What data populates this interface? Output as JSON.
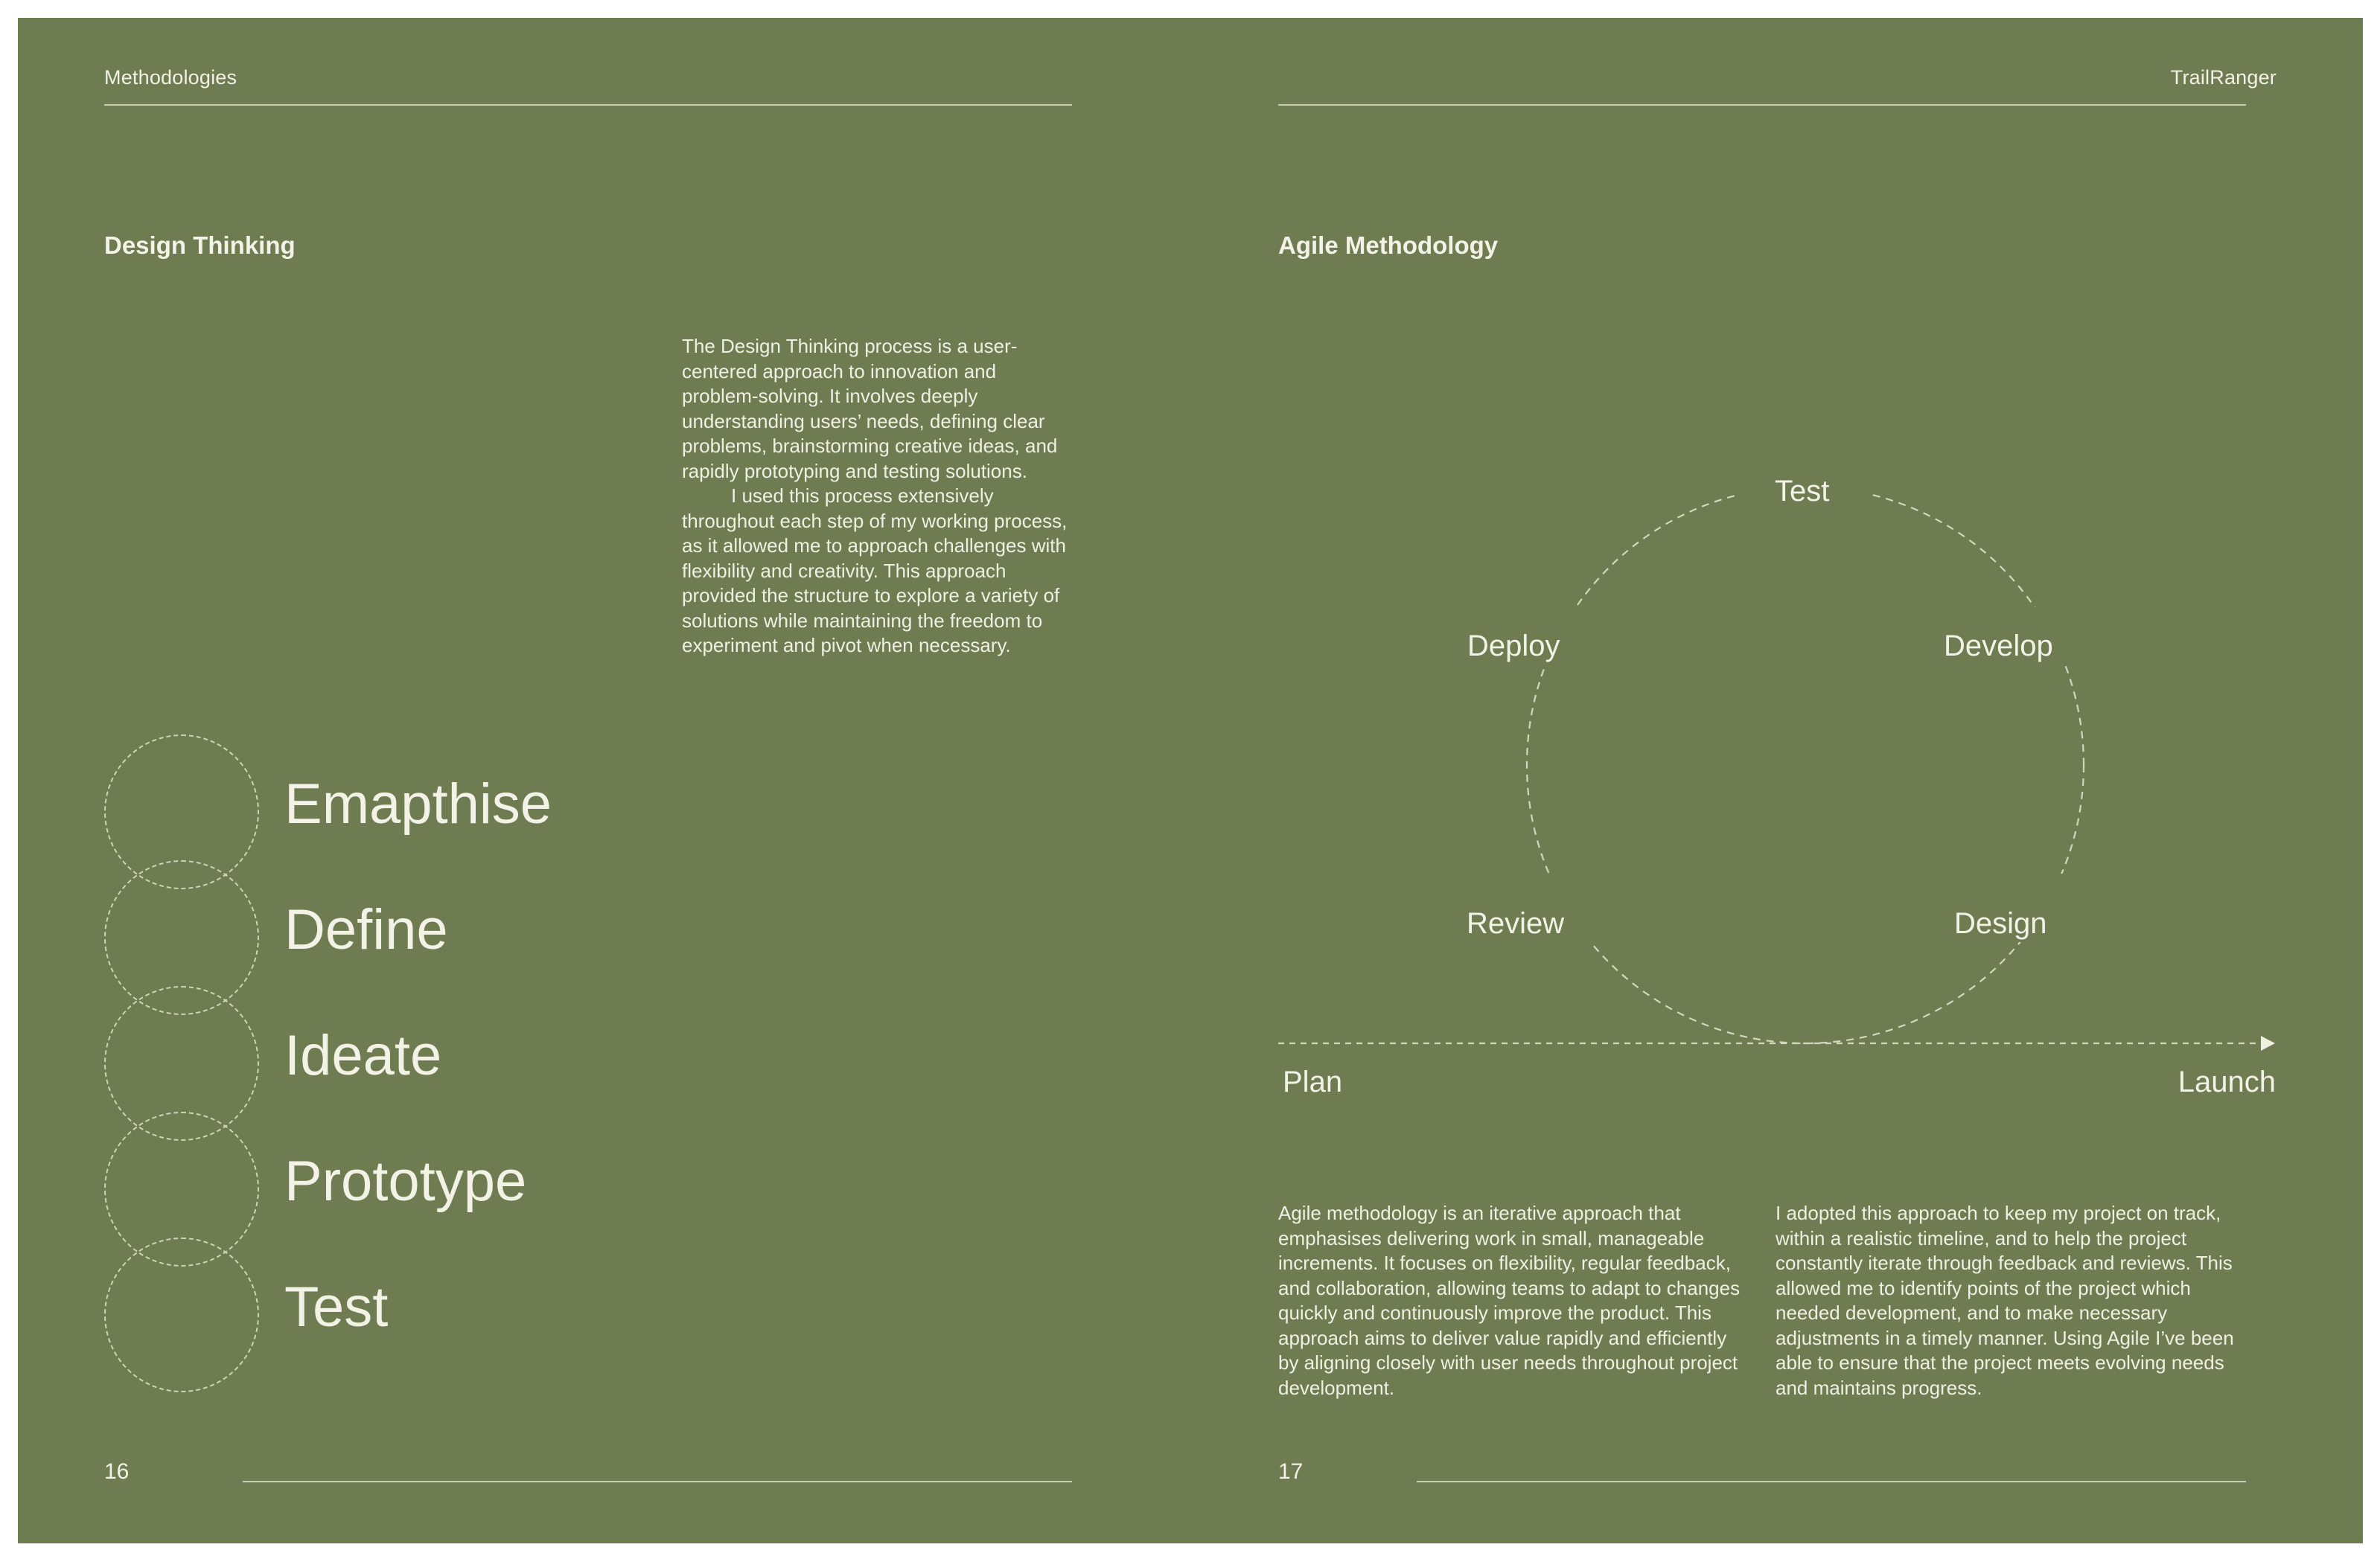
{
  "left_page": {
    "running_head": "Methodologies",
    "section_title": "Design Thinking",
    "intro_paragraph_1": "The Design Thinking process is a user-centered approach to innovation and problem-solving. It involves deeply understanding users’ needs, defining clear problems, brainstorming creative ideas, and rapidly prototyping and testing solutions.",
    "intro_paragraph_2": "I used this process extensively throughout each step of my working process, as it allowed me to approach challenges with flexibility and creativity. This approach provided the structure to explore a variety of solutions while maintaining the freedom to experiment and pivot when necessary.",
    "stages": [
      "Emapthise",
      "Define",
      "Ideate",
      "Prototype",
      "Test"
    ],
    "page_number": "16"
  },
  "right_page": {
    "running_head": "TrailRanger",
    "section_title": "Agile Methodology",
    "cycle_labels": {
      "top": "Test",
      "upper_left": "Deploy",
      "upper_right": "Develop",
      "lower_left": "Review",
      "lower_right": "Design"
    },
    "timeline": {
      "start": "Plan",
      "end": "Launch"
    },
    "paragraph_left": "Agile methodology is an iterative approach that emphasises delivering work in small, manageable increments. It focuses on flexibility, regular feedback, and collaboration, allowing teams to adapt to changes quickly and continuously improve the product. This approach aims to deliver value rapidly and efficiently by aligning closely with user needs throughout project development.",
    "paragraph_right": "I adopted this approach to keep my project on track, within a realistic timeline, and to help the project constantly iterate through feedback and reviews. This allowed me to identify points of the project which needed development, and to make necessary adjustments in a timely manner. Using Agile I’ve been able to ensure that the project meets evolving needs and maintains progress.",
    "page_number": "17"
  },
  "colors": {
    "background": "#6f7b50",
    "text": "#f2f2e6",
    "line": "#c9ceb3"
  }
}
